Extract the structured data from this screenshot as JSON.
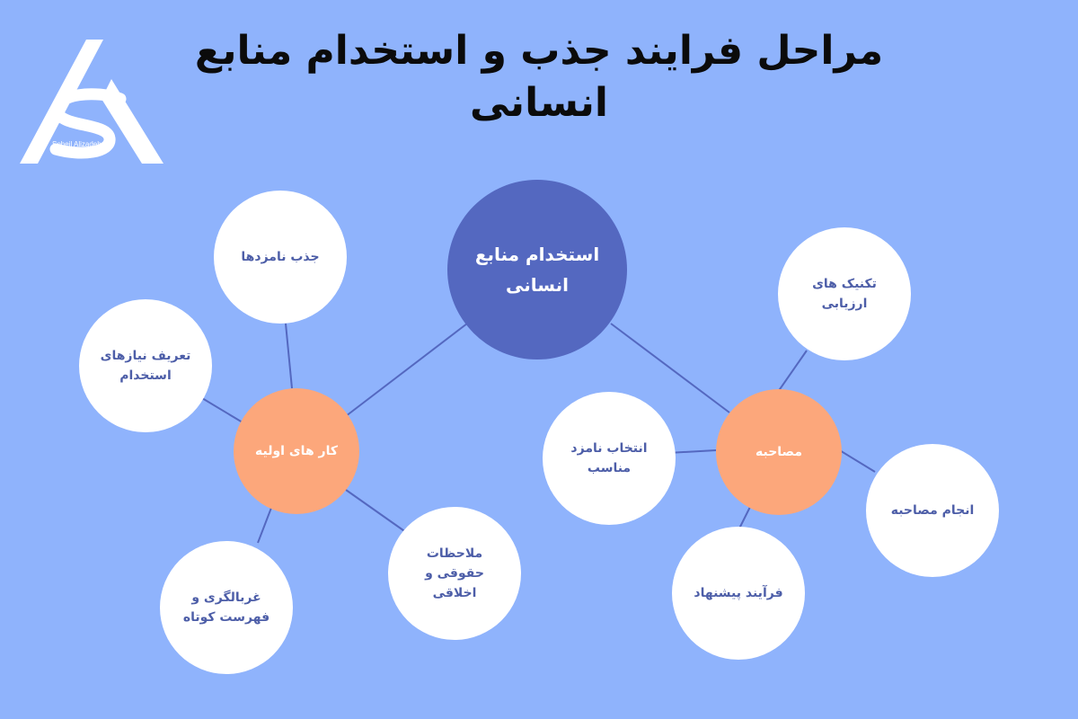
{
  "title": "مراحل فرایند جذب و استخدام منابع انسانی",
  "logo": {
    "text": "Soheil Alizadeh"
  },
  "center": {
    "label": "استخدام منابع انسانی"
  },
  "left_hub": {
    "label": "کار های اولیه",
    "children": [
      "جذب نامزدها",
      "تعریف نیازهای استخدام",
      "غربالگری و فهرست کوتاه",
      "ملاحظات حقوقی و اخلاقی"
    ]
  },
  "right_hub": {
    "label": "مصاحبه",
    "children": [
      "تکنیک های ارزیابی",
      "انتخاب نامزد مناسب",
      "انجام مصاحبه",
      "فرآیند پیشنهاد"
    ]
  },
  "colors": {
    "background": "#8fb3fc",
    "center": "#5468c0",
    "hub": "#fca77b",
    "leaf": "#ffffff",
    "line": "#5468c0",
    "leaf_text": "#4d5ea8"
  }
}
